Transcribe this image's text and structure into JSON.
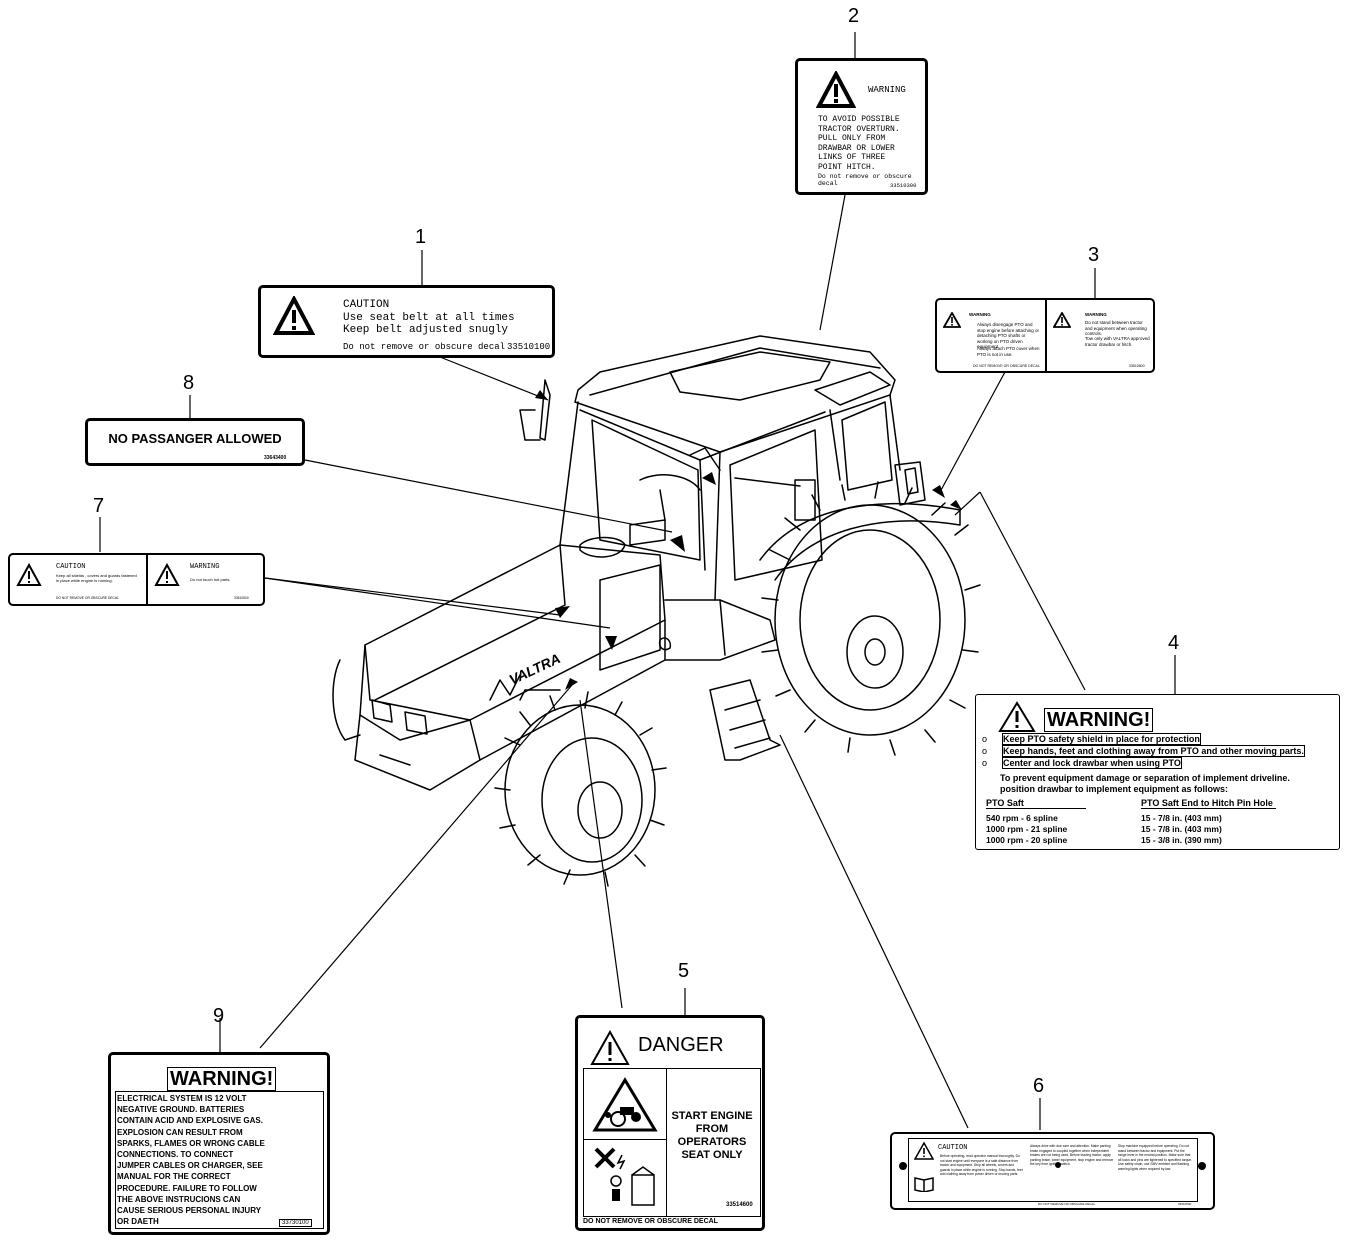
{
  "callouts": [
    "1",
    "2",
    "3",
    "4",
    "5",
    "6",
    "7",
    "8",
    "9"
  ],
  "decal1": {
    "heading": "CAUTION",
    "line1": "Use seat belt at all times",
    "line2": "Keep belt adjusted snugly",
    "footer": "Do not remove or obscure decal",
    "part": "33510100"
  },
  "decal2": {
    "heading": "WARNING",
    "lines": [
      "TO AVOID POSSIBLE",
      "TRACTOR OVERTURN.",
      "PULL ONLY FROM",
      "DRAWBAR OR LOWER",
      "LINKS OF THREE",
      "POINT  HITCH."
    ],
    "footer": "Do not remove or obscure decal",
    "part": "33510300"
  },
  "decal3": {
    "left_heading": "WARNING",
    "left_text1": "Always disengage PTO and stop engine before attaching or detaching PTO shafts or working on PTO driven equipment.",
    "left_text2": "Always attach PTO cover when PTO is not in use.",
    "left_footer": "DO NOT REMOVE OR OBSCURE DECAL",
    "right_heading": "WARNING",
    "right_text1": "Do not stand between tractor and equipment when operating controls.",
    "right_text2": "Tow only with VALTRA approved tractor drawbar or hitch.",
    "right_part": "33510600"
  },
  "decal4": {
    "heading": "WARNING!",
    "bullets": [
      "Keep PTO safety shield in place for protection",
      "Keep hands, feet and clothing away from PTO and other moving parts.",
      "Center and lock drawbar when using PTO"
    ],
    "intro1": "To prevent equipment damage or separation of implement driveline.",
    "intro2": "position drawbar to implement equipment as follows:",
    "col1_header": "PTO Saft",
    "col2_header": "PTO Saft End to Hitch Pin Hole",
    "rows": [
      [
        "540 rpm - 6 spline",
        "15 - 7/8 in. (403 mm)"
      ],
      [
        "1000 rpm - 21 spline",
        "15 - 7/8 in. (403 mm)"
      ],
      [
        "1000 rpm - 20 spline",
        "15 - 3/8 in. (390 mm)"
      ]
    ]
  },
  "decal5": {
    "heading": "DANGER",
    "message": [
      "START ENGINE",
      "FROM",
      "OPERATORS",
      "SEAT ONLY"
    ],
    "part": "33514600",
    "footer": "DO NOT REMOVE OR OBSCURE DECAL"
  },
  "decal6": {
    "heading": "CAUTION",
    "col1": "Before operating, read operator manual thoroughly. Do not start engine until everyone is a safe distance from tractor and equipment. Stop all wheels, covers and guards in place while engine is running. Stop hands, feet and clothing away from power driven or moving parts.",
    "col2": "Always drive with due care and attention. Make parking brake engaged to coupled together when independent brakes are not being used. Before leaving tractor, apply parking brake, lower equipment, stop engine and remove the key from ignition switch.",
    "col3": "Stop machine equipped before operating. Do not stand between tractor and equipment. Put the range lever in the neutral position. Make sure that all locks and pins are tightened to specified torque. Use safety chain, use SMV emblem and flashing warning lights when required by law.",
    "footer": "DO NOT REMOVE OR OBSCURE DECAL",
    "part": "33510500"
  },
  "decal7": {
    "left_heading": "CAUTION",
    "left_text": "Keep all shields , covers and guards fastened in place while engine is running.",
    "left_footer": "DO NOT REMOVE OR OBSCURE DECAL",
    "right_heading": "WARNING",
    "right_text": "Do not touch hot parts.",
    "right_part": "33510500"
  },
  "decal8": {
    "text": "NO PASSANGER ALLOWED",
    "part": "33643400"
  },
  "decal9": {
    "heading": "WARNING!",
    "lines": [
      "ELECTRICAL SYSTEM IS 12 VOLT",
      "NEGATIVE GROUND. BATTERIES",
      "CONTAIN ACID AND EXPLOSIVE GAS.",
      "EXPLOSION CAN RESULT FROM",
      "SPARKS, FLAMES OR WRONG CABLE",
      "CONNECTIONS. TO CONNECT",
      "JUMPER CABLES OR CHARGER, SEE",
      "MANUAL FOR THE CORRECT",
      "PROCEDURE. FAILURE TO FOLLOW",
      "THE ABOVE INSTRUCIONS CAN",
      "CAUSE SERIOUS PERSONAL INJURY",
      "OR DAETH"
    ],
    "part": "33730100"
  },
  "tractor": {
    "brand": "VALTRA"
  }
}
